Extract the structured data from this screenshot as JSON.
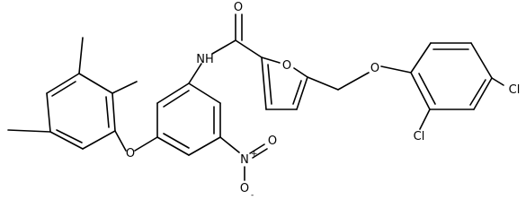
{
  "molecule": {
    "atoms": {
      "amide_oxygen": "O",
      "amide_nitrogen": "NH",
      "furan_oxygen": "O",
      "ether_oxygen_right": "O",
      "ether_oxygen_left": "O",
      "chlorine_para": "Cl",
      "chlorine_ortho": "Cl",
      "nitro_nitrogen": "N",
      "nitro_nitrogen_charge": "+",
      "nitro_oxygen_top": "O",
      "nitro_oxygen_bottom": "O",
      "nitro_oxygen_bottom_charge": "-"
    }
  }
}
